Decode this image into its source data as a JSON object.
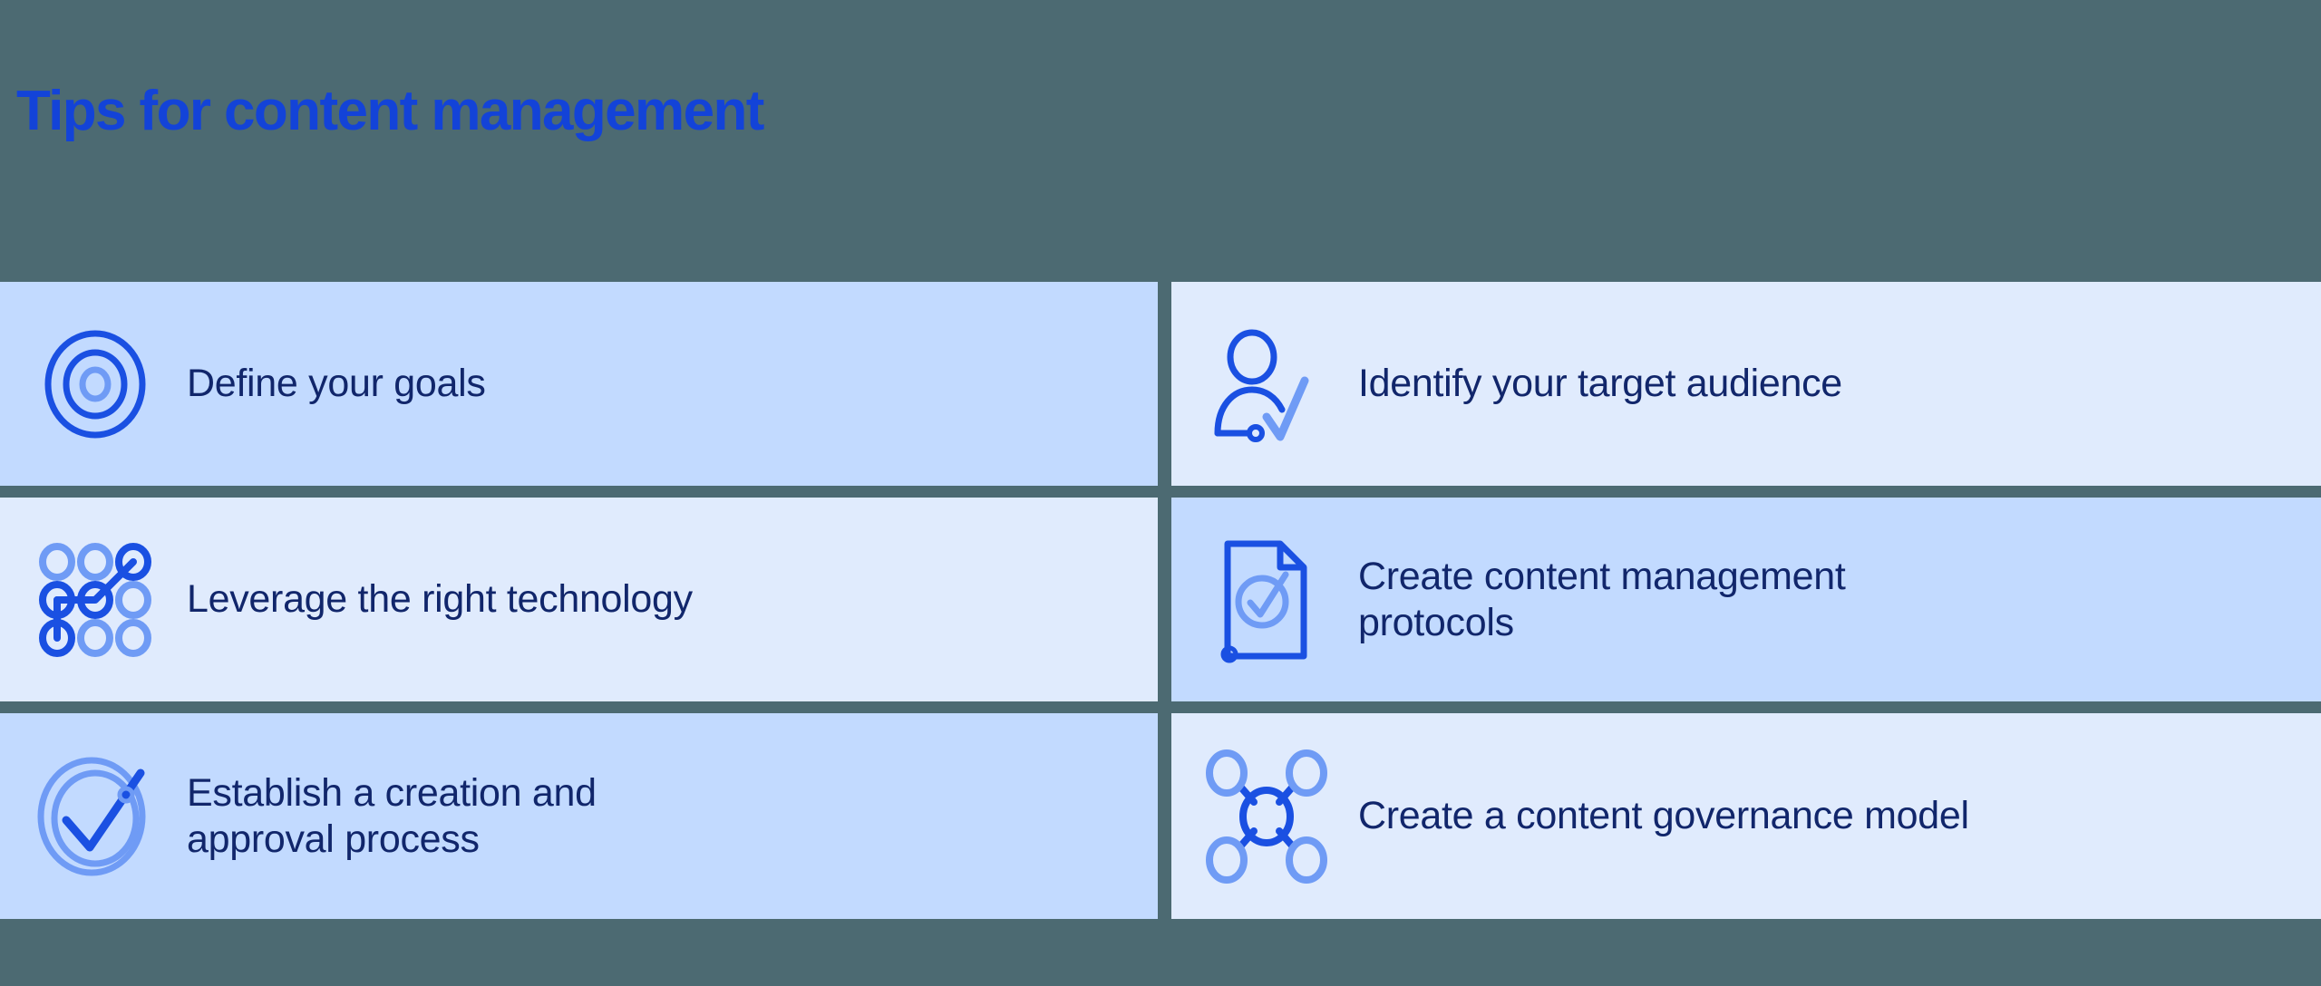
{
  "header": {
    "title": "Tips for content management"
  },
  "theme": {
    "background": "#4c6a72",
    "title_color": "#1343d8",
    "card_tone_a": "#c2daff",
    "card_tone_b": "#e0ebfd",
    "icon_primary": "#1a50e2",
    "icon_secondary": "#6f9bf5",
    "text_color": "#11266b"
  },
  "cards": [
    {
      "label": "Define your goals",
      "icon": "target-icon",
      "tone": "tone-a",
      "column": "left",
      "row": 1
    },
    {
      "label": "Identify your target audience",
      "icon": "person-check-icon",
      "tone": "tone-b",
      "column": "right",
      "row": 1
    },
    {
      "label": "Leverage the right technology",
      "icon": "network-grid-icon",
      "tone": "tone-b",
      "column": "left",
      "row": 2
    },
    {
      "label": "Create content management\nprotocols",
      "icon": "document-check-icon",
      "tone": "tone-a",
      "column": "right",
      "row": 2
    },
    {
      "label": "Establish a creation and\napproval process",
      "icon": "circle-check-icon",
      "tone": "tone-a",
      "column": "left",
      "row": 3
    },
    {
      "label": "Create a content governance model",
      "icon": "hub-spoke-icon",
      "tone": "tone-b",
      "column": "right",
      "row": 3
    }
  ]
}
